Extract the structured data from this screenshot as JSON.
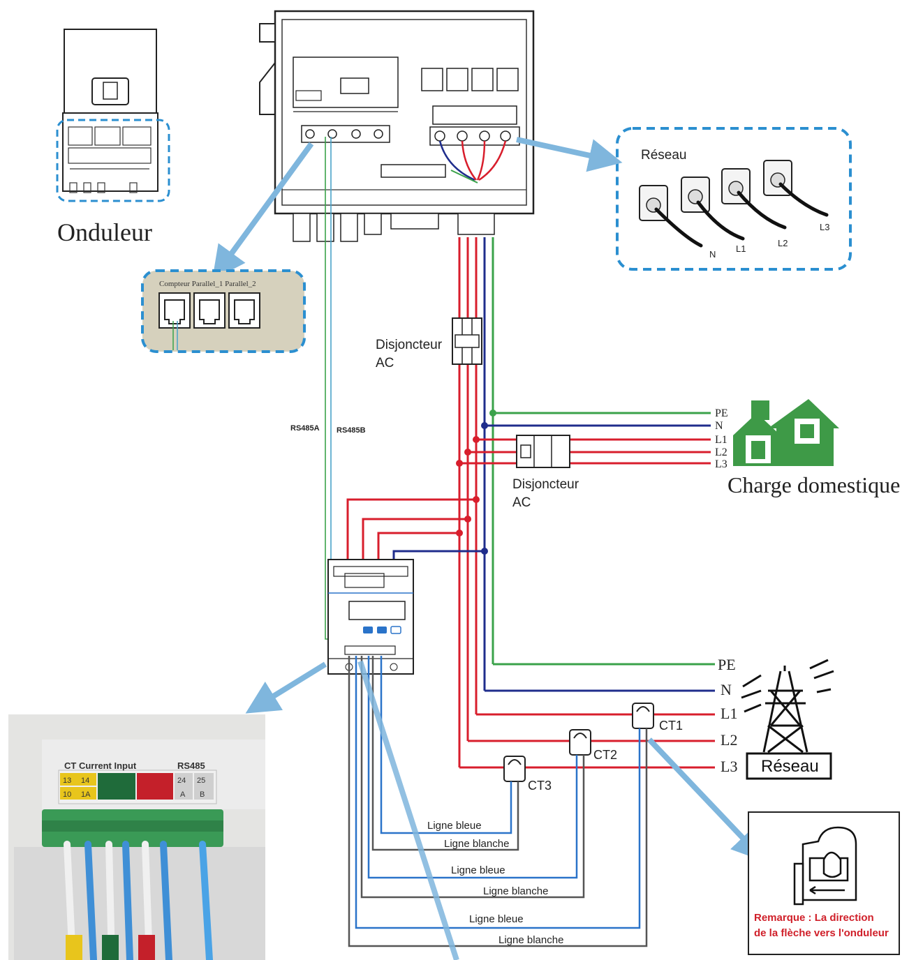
{
  "labels": {
    "onduleur": "Onduleur",
    "reseau_box": "Réseau",
    "disj_ac_1_line1": "Disjoncteur",
    "disj_ac_1_line2": "AC",
    "disj_ac_2_line1": "Disjoncteur",
    "disj_ac_2_line2": "AC",
    "rs485a": "RS485A",
    "rs485b": "RS485B",
    "charge_domestique": "Charge domestique",
    "reseau_pole": "Réseau",
    "ct1": "CT1",
    "ct2": "CT2",
    "ct3": "CT3",
    "port_labels": "Compteur  Parallel_1  Parallel_2",
    "photo_header_left": "CT Current Input",
    "photo_header_right": "RS485",
    "remark_line1": "Remarque : La direction",
    "remark_line2": "de la flèche vers l'onduleur"
  },
  "grid_phases_box": [
    "N",
    "L1",
    "L2",
    "L3"
  ],
  "load_lines": [
    "PE",
    "N",
    "L1",
    "L2",
    "L3"
  ],
  "grid_lines": [
    "PE",
    "N",
    "L1",
    "L2",
    "L3"
  ],
  "ct_wires": {
    "blue": "Ligne bleue",
    "white": "Ligne blanche"
  },
  "photo_terminals": {
    "row1": [
      "13",
      "14",
      "",
      "",
      "",
      "",
      "24",
      "25"
    ],
    "row2": [
      "10",
      "1A",
      "",
      "",
      "",
      "",
      "A",
      "B"
    ]
  },
  "colors": {
    "red": "#d81e2c",
    "blue": "#1f2d8c",
    "green": "#3aa24a",
    "house": "#3e9a47",
    "arrow": "#7fb6dd",
    "dash": "#2b8fd0",
    "ct_blue": "#2a73c9",
    "remark": "#d0202a"
  }
}
